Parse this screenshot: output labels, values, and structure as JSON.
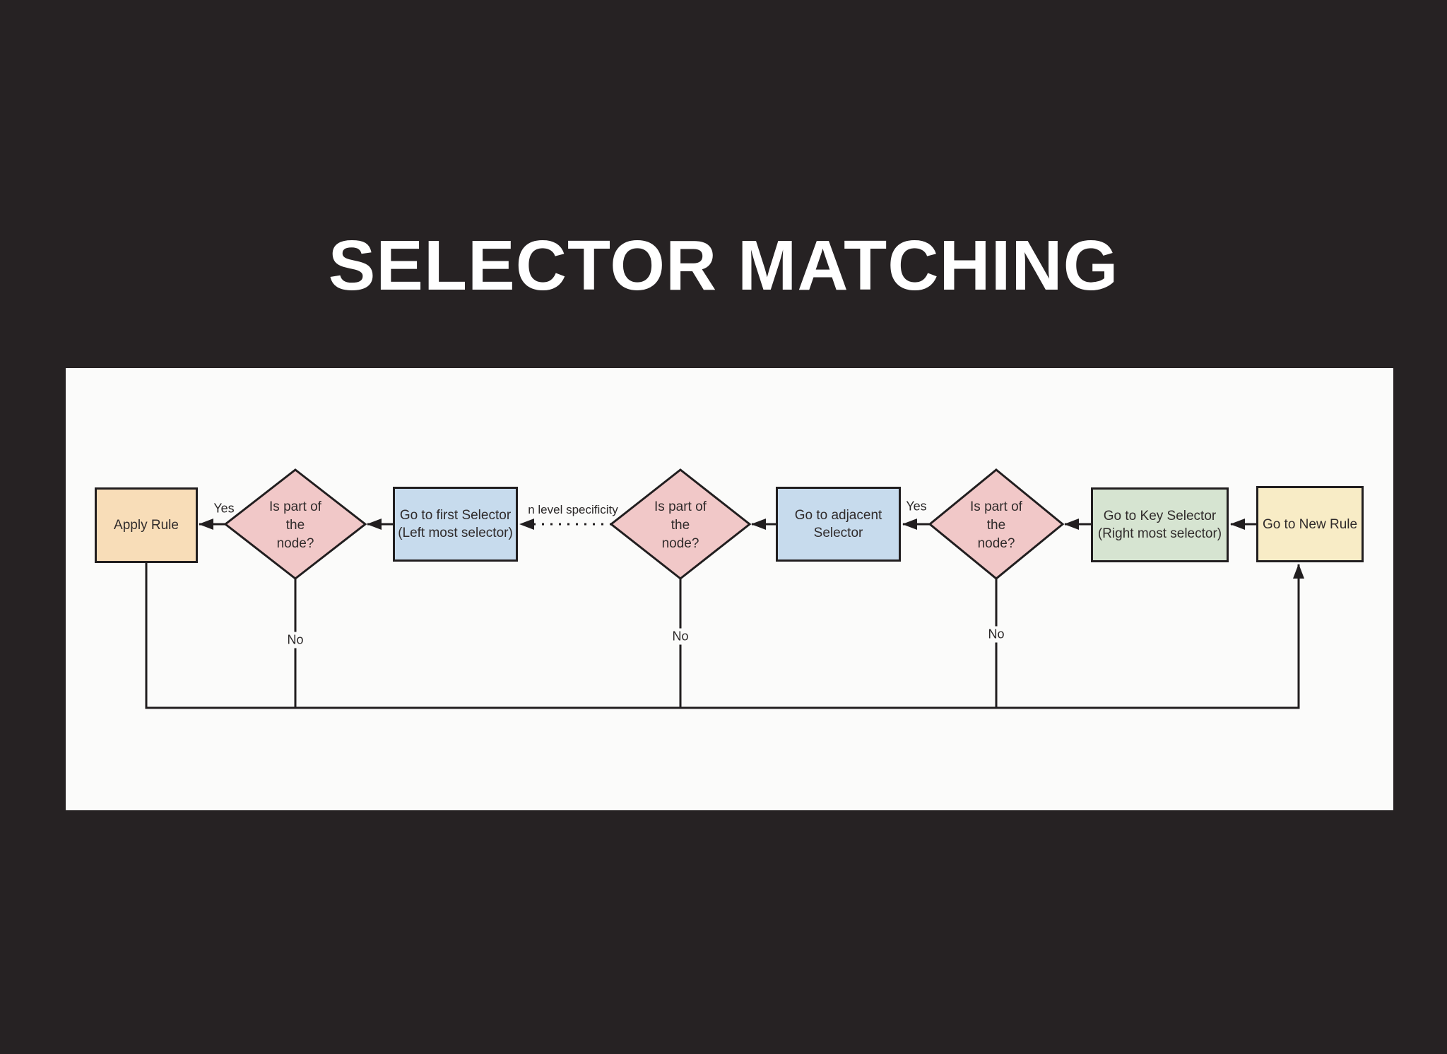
{
  "title": "SELECTOR MATCHING",
  "colors": {
    "background": "#262223",
    "panel": "#fbfbfa",
    "line": "#211e1f",
    "title_text": "#ffffff",
    "node_text": "#302b2b"
  },
  "nodes": {
    "apply_rule": {
      "type": "process",
      "label": "Apply Rule",
      "fill": "#f8ddb8"
    },
    "is_part_1": {
      "type": "decision",
      "label": "Is part of\nthe\nnode?",
      "fill": "#f1c8c8"
    },
    "first_selector": {
      "type": "process",
      "label": "Go to first Selector\n(Left most selector)",
      "fill": "#c7dbed"
    },
    "is_part_2": {
      "type": "decision",
      "label": "Is part of\nthe\nnode?",
      "fill": "#f1c8c8"
    },
    "adjacent_selector": {
      "type": "process",
      "label": "Go to adjacent\nSelector",
      "fill": "#c7dbed"
    },
    "is_part_3": {
      "type": "decision",
      "label": "Is part of\nthe\nnode?",
      "fill": "#f1c8c8"
    },
    "key_selector": {
      "type": "process",
      "label": "Go to Key Selector\n(Right most selector)",
      "fill": "#d6e4d1"
    },
    "new_rule": {
      "type": "process",
      "label": "Go to New Rule",
      "fill": "#f8ecc6"
    }
  },
  "edge_labels": {
    "yes_left": "Yes",
    "yes_right": "Yes",
    "no_1": "No",
    "no_2": "No",
    "no_3": "No",
    "specificity": "n level specificity"
  }
}
